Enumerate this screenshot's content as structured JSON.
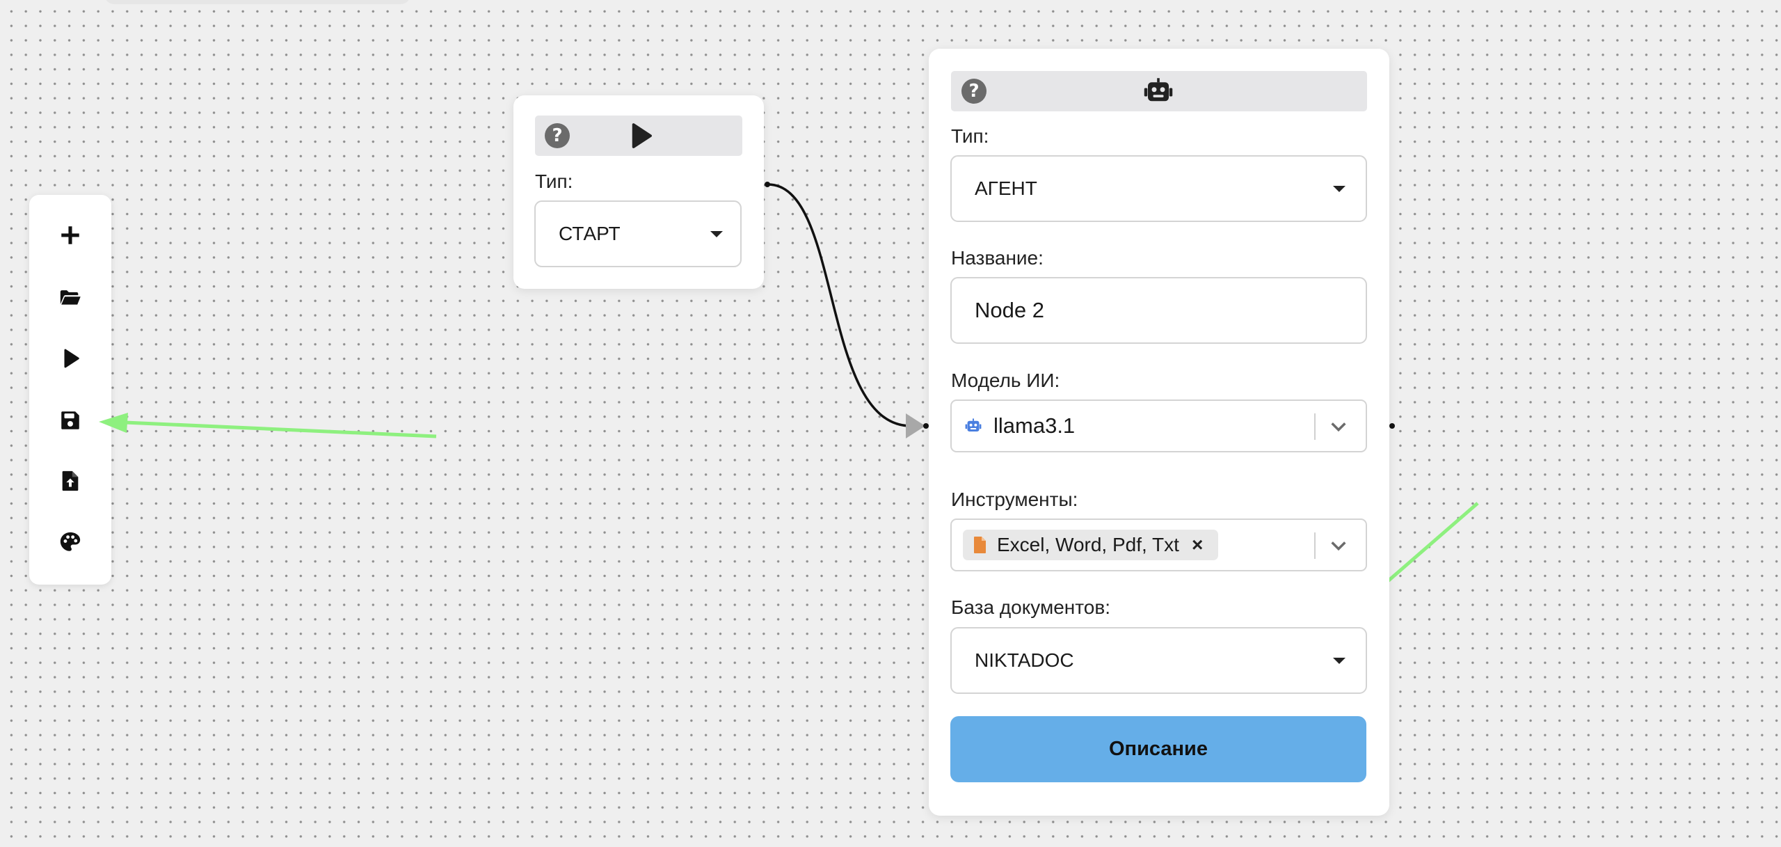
{
  "toolbar": {
    "items": [
      {
        "icon": "plus-icon"
      },
      {
        "icon": "folder-open-icon"
      },
      {
        "icon": "play-icon"
      },
      {
        "icon": "save-icon"
      },
      {
        "icon": "file-upload-icon"
      },
      {
        "icon": "palette-icon"
      }
    ]
  },
  "start_node": {
    "header_icon": "play-icon",
    "type_label": "Тип:",
    "type_value": "СТАРТ"
  },
  "agent_node": {
    "header_icon": "robot-icon",
    "type_label": "Тип:",
    "type_value": "АГЕНТ",
    "name_label": "Название:",
    "name_value": "Node 2",
    "model_label": "Модель ИИ:",
    "model_value": "llama3.1",
    "tools_label": "Инструменты:",
    "tools_chip": "Excel, Word, Pdf, Txt",
    "tools_chip_remove": "×",
    "docs_label": "База документов:",
    "docs_value": "NIKTADOC",
    "describe_button": "Описание"
  },
  "help_glyph": "?",
  "colors": {
    "canvas": "#efefef",
    "button_primary": "#65aee8",
    "annotation_arrow": "#8ef07f",
    "robot_model_icon": "#4a7fe0",
    "file_icon": "#e8893a"
  }
}
